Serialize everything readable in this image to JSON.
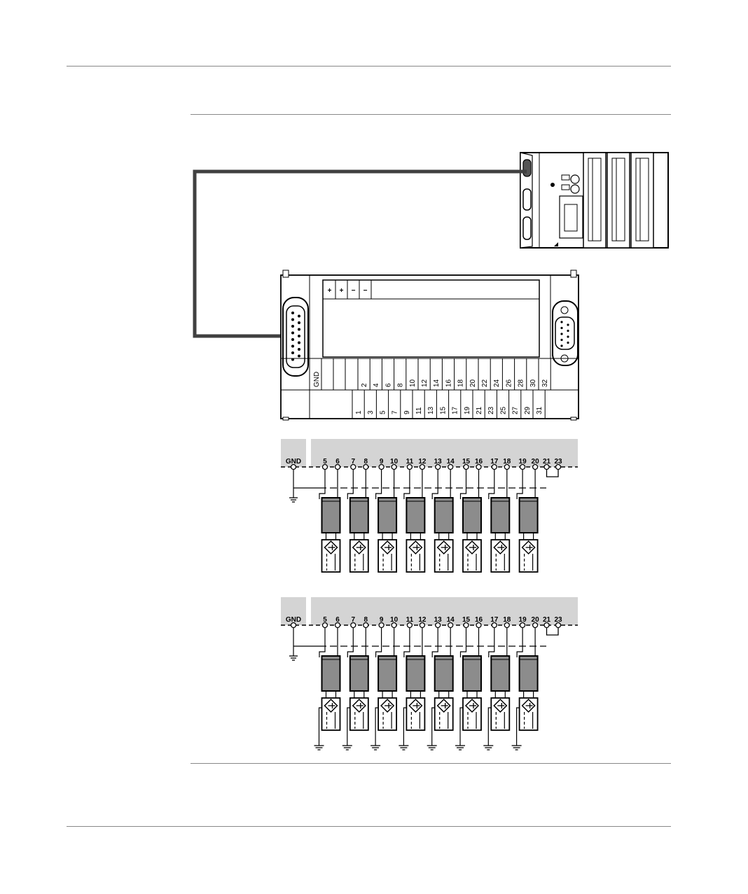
{
  "supply": {
    "labels": [
      "+",
      "+",
      "−",
      "−"
    ]
  },
  "terminal_block": {
    "gnd_label": "GND",
    "upper_row": [
      "2",
      "4",
      "6",
      "8",
      "10",
      "12",
      "14",
      "16",
      "18",
      "20",
      "22",
      "24",
      "26",
      "28",
      "30",
      "32"
    ],
    "lower_row": [
      "1",
      "3",
      "5",
      "7",
      "9",
      "11",
      "13",
      "15",
      "17",
      "19",
      "21",
      "23",
      "25",
      "27",
      "29",
      "31"
    ]
  },
  "wiring_diagrams": [
    {
      "gnd_label": "GND",
      "terminals": [
        "5",
        "6",
        "7",
        "8",
        "9",
        "10",
        "11",
        "12",
        "13",
        "14",
        "15",
        "16",
        "17",
        "18",
        "19",
        "20",
        "21",
        "23"
      ],
      "sensor_count": 8,
      "sensor_ground": false
    },
    {
      "gnd_label": "GND",
      "terminals": [
        "5",
        "6",
        "7",
        "8",
        "9",
        "10",
        "11",
        "12",
        "13",
        "14",
        "15",
        "16",
        "17",
        "18",
        "19",
        "20",
        "21",
        "23"
      ],
      "sensor_count": 8,
      "sensor_ground": true
    }
  ],
  "colors": {
    "panel": "#d4d4d4",
    "cable": "#404040",
    "sensor_body": "#8c8c8c"
  }
}
